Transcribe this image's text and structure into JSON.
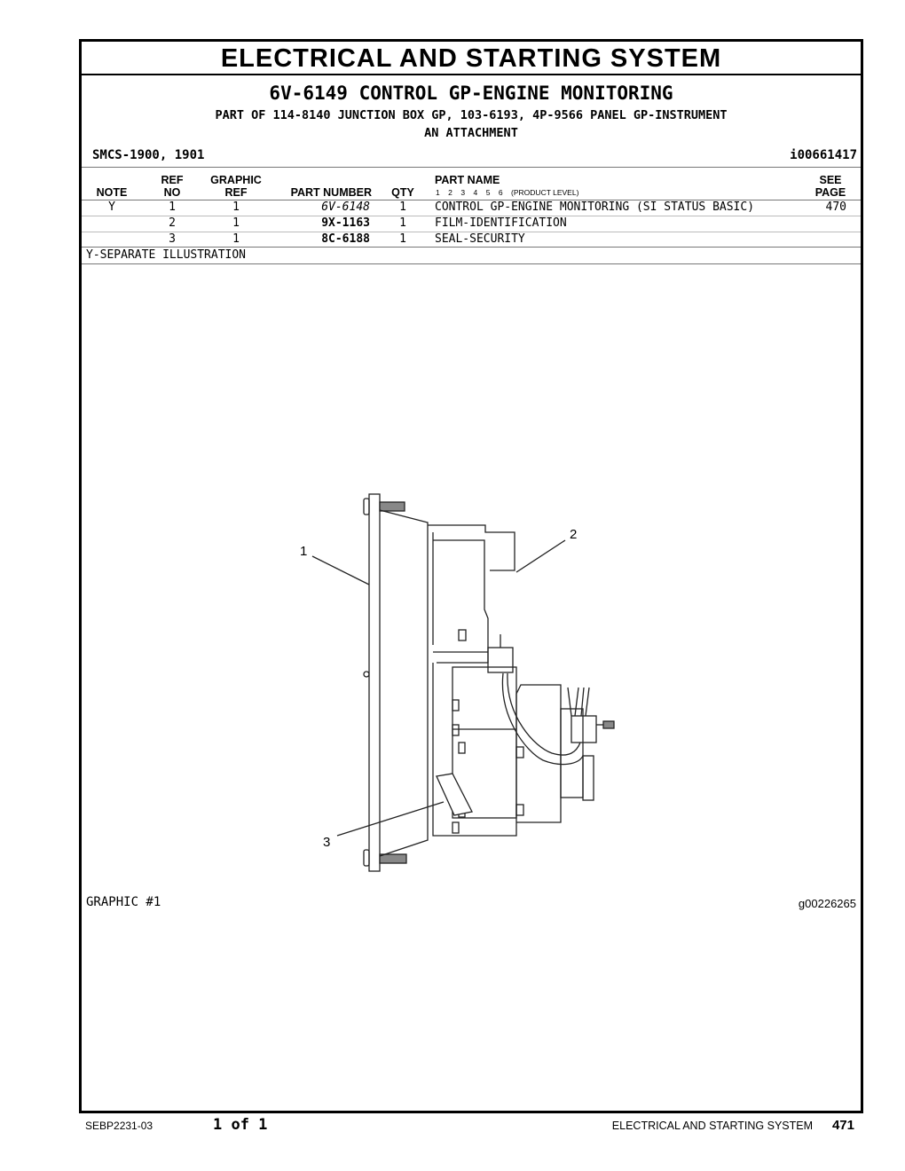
{
  "header": {
    "title": "ELECTRICAL AND STARTING SYSTEM",
    "group_title": "6V-6149 CONTROL GP-ENGINE MONITORING",
    "part_of_line1": "PART OF 114-8140 JUNCTION BOX GP, 103-6193, 4P-9566 PANEL GP-INSTRUMENT",
    "part_of_line2": "AN ATTACHMENT",
    "smcs": "SMCS-1900, 1901",
    "doc_id": "i00661417"
  },
  "table": {
    "headers": {
      "note": "NOTE",
      "ref_top": "REF",
      "ref_bottom": "NO",
      "graphic_top": "GRAPHIC",
      "graphic_bottom": "REF",
      "part_number": "PART NUMBER",
      "qty": "QTY",
      "part_name": "PART NAME",
      "product_level": "1    2    3    4    5    6    (PRODUCT LEVEL)",
      "see_top": "SEE",
      "see_bottom": "PAGE"
    },
    "rows": [
      {
        "note": "Y",
        "ref": "1",
        "graphic": "1",
        "part_number": "6V-6148",
        "qty": "1",
        "part_name": "CONTROL GP-ENGINE MONITORING (SI STATUS BASIC)",
        "see_page": "470"
      },
      {
        "note": "",
        "ref": "2",
        "graphic": "1",
        "part_number": "9X-1163",
        "qty": "1",
        "part_name": "FILM-IDENTIFICATION",
        "see_page": ""
      },
      {
        "note": "",
        "ref": "3",
        "graphic": "1",
        "part_number": "8C-6188",
        "qty": "1",
        "part_name": "SEAL-SECURITY",
        "see_page": ""
      }
    ],
    "footnote": "Y-SEPARATE ILLUSTRATION"
  },
  "illustration": {
    "callouts": [
      "1",
      "2",
      "3"
    ],
    "graphic_label": "GRAPHIC #1",
    "graphic_id": "g00226265"
  },
  "footer": {
    "doc_number": "SEBP2231-03",
    "page_of": "1 of 1",
    "section": "ELECTRICAL AND STARTING SYSTEM",
    "page_number": "471"
  }
}
